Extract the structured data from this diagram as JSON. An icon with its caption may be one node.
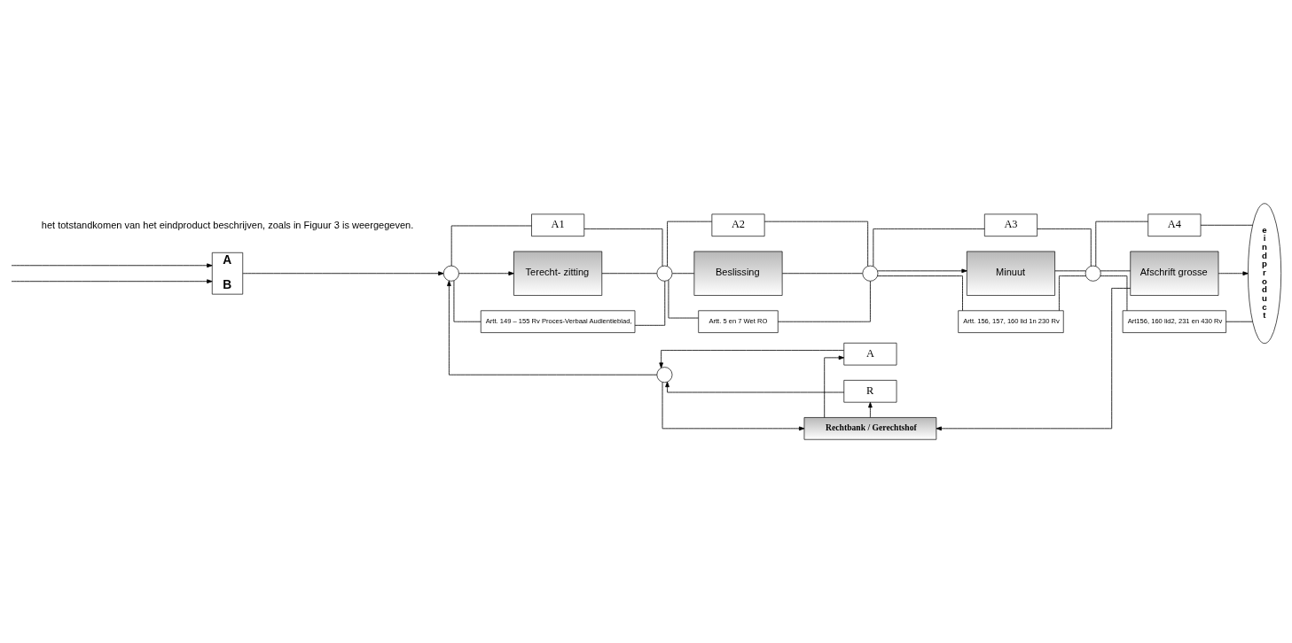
{
  "diagram": {
    "nodes": [
      {
        "text": [
          "A",
          "B"
        ]
      },
      {
        "text": [],
        "shape": "circle"
      },
      {
        "text": [
          "A1"
        ]
      },
      {
        "text": [
          "Terecht- zitting"
        ]
      },
      {
        "text": [
          "Artt. 149 – 155 Rv Proces-Verbaal Audientieblad,"
        ]
      },
      {
        "text": [],
        "shape": "circle"
      },
      {
        "text": [
          "A2"
        ]
      },
      {
        "text": [
          "Beslissing"
        ]
      },
      {
        "text": [
          "Artt. 5 en 7 Wet RO"
        ]
      },
      {
        "text": [],
        "shape": "circle"
      },
      {
        "text": [
          "A3"
        ]
      },
      {
        "text": [
          "Minuut"
        ]
      },
      {
        "text": [
          "Artt. 156, 157, 160 lid 1n 230 Rv"
        ]
      },
      {
        "text": [],
        "shape": "circle"
      },
      {
        "text": [
          "A4"
        ]
      },
      {
        "text": [
          "Afschrift grosse"
        ]
      },
      {
        "text": [
          "Art156, 160 lid2, 231 en 430 Rv"
        ]
      },
      {
        "text": [
          "eindproduct"
        ]
      },
      {
        "text": [
          "A"
        ]
      },
      {
        "text": [
          "Rechtbank / Gerechtshof"
        ]
      },
      {
        "text": [
          "R"
        ]
      },
      {
        "text": [],
        "shape": "circle"
      }
    ],
    "edges": [
      {
        "from": null,
        "to": 0,
        "arrow": "to"
      },
      {
        "from": null,
        "to": 0,
        "arrow": "to"
      },
      {
        "from": 0,
        "to": 1,
        "arrow": "to"
      },
      {
        "from": 1,
        "to": 2,
        "arrow": "none"
      },
      {
        "from": 1,
        "to": 3,
        "arrow": "to"
      },
      {
        "from": 1,
        "to": 4,
        "arrow": "none"
      },
      {
        "from": 2,
        "to": 5,
        "arrow": "none"
      },
      {
        "from": 3,
        "to": 5,
        "arrow": "none"
      },
      {
        "from": 4,
        "to": 5,
        "arrow": "none"
      },
      {
        "from": 5,
        "to": 6,
        "arrow": "none"
      },
      {
        "from": 5,
        "to": 7,
        "arrow": "none"
      },
      {
        "from": 5,
        "to": 8,
        "arrow": "none"
      },
      {
        "from": 6,
        "to": 9,
        "arrow": "none"
      },
      {
        "from": 7,
        "to": 9,
        "arrow": "none"
      },
      {
        "from": 8,
        "to": 9,
        "arrow": "none"
      },
      {
        "from": 9,
        "to": 10,
        "arrow": "none"
      },
      {
        "from": 9,
        "to": 11,
        "arrow": "to"
      },
      {
        "from": 9,
        "to": 12,
        "arrow": "none"
      },
      {
        "from": 10,
        "to": 13,
        "arrow": "none"
      },
      {
        "from": 11,
        "to": 13,
        "arrow": "none"
      },
      {
        "from": 12,
        "to": 13,
        "arrow": "none"
      },
      {
        "from": 13,
        "to": 14,
        "arrow": "none"
      },
      {
        "from": 13,
        "to": 15,
        "arrow": "none"
      },
      {
        "from": 13,
        "to": 16,
        "arrow": "none"
      },
      {
        "from": 14,
        "to": 17,
        "arrow": "none"
      },
      {
        "from": 15,
        "to": 17,
        "arrow": "to"
      },
      {
        "from": 16,
        "to": 17,
        "arrow": "none"
      },
      {
        "from": 15,
        "to": 19,
        "arrow": "to"
      },
      {
        "from": 19,
        "to": 18,
        "arrow": "to"
      },
      {
        "from": 19,
        "to": 20,
        "arrow": "to"
      },
      {
        "from": 18,
        "to": 21,
        "arrow": "to"
      },
      {
        "from": 20,
        "to": 21,
        "arrow": "to"
      },
      {
        "from": 21,
        "to": 19,
        "arrow": "to"
      },
      {
        "from": 21,
        "to": 1,
        "arrow": "to"
      }
    ],
    "labels": [
      "het totstandkomen van het eindproduct beschrijven, zoals in Figuur 3 is weergegeven."
    ]
  }
}
